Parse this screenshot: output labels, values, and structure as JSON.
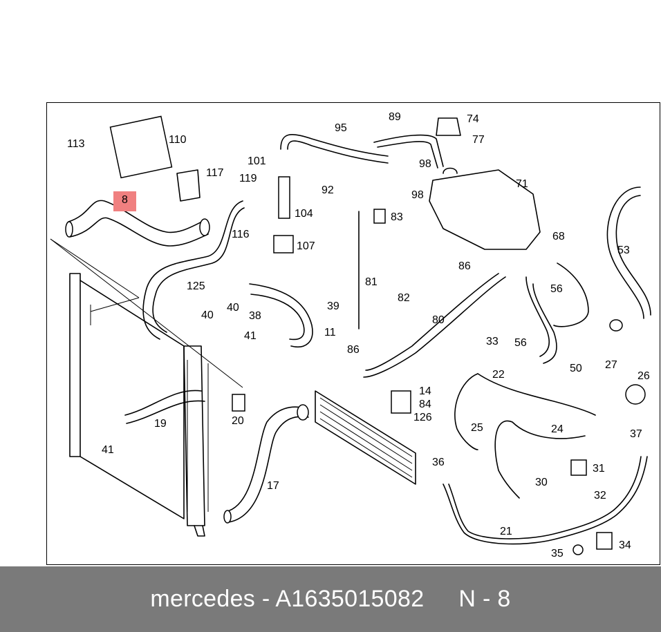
{
  "colors": {
    "background": "#ffffff",
    "footer_background": "#7a7a7a",
    "footer_text": "#ffffff",
    "highlight": "#f08080",
    "line": "#000000"
  },
  "diagram": {
    "highlighted_part": "8",
    "callouts": [
      {
        "id": "c113",
        "label": "113"
      },
      {
        "id": "c110",
        "label": "110"
      },
      {
        "id": "c117",
        "label": "117"
      },
      {
        "id": "c8",
        "label": "8",
        "highlight": true
      },
      {
        "id": "c119",
        "label": "119"
      },
      {
        "id": "c101",
        "label": "101"
      },
      {
        "id": "c104",
        "label": "104"
      },
      {
        "id": "c107",
        "label": "107"
      },
      {
        "id": "c95",
        "label": "95"
      },
      {
        "id": "c89",
        "label": "89"
      },
      {
        "id": "c74",
        "label": "74"
      },
      {
        "id": "c77",
        "label": "77"
      },
      {
        "id": "c98a",
        "label": "98"
      },
      {
        "id": "c98b",
        "label": "98"
      },
      {
        "id": "c92",
        "label": "92"
      },
      {
        "id": "c83",
        "label": "83"
      },
      {
        "id": "c71",
        "label": "71"
      },
      {
        "id": "c116",
        "label": "116"
      },
      {
        "id": "c125",
        "label": "125"
      },
      {
        "id": "c40a",
        "label": "40"
      },
      {
        "id": "c40b",
        "label": "40"
      },
      {
        "id": "c38",
        "label": "38"
      },
      {
        "id": "c39",
        "label": "39"
      },
      {
        "id": "c81",
        "label": "81"
      },
      {
        "id": "c82",
        "label": "82"
      },
      {
        "id": "c86a",
        "label": "86"
      },
      {
        "id": "c86b",
        "label": "86"
      },
      {
        "id": "c68",
        "label": "68"
      },
      {
        "id": "c56a",
        "label": "56"
      },
      {
        "id": "c56b",
        "label": "56"
      },
      {
        "id": "c53",
        "label": "53"
      },
      {
        "id": "c41a",
        "label": "41"
      },
      {
        "id": "c41b",
        "label": "41"
      },
      {
        "id": "c11",
        "label": "11"
      },
      {
        "id": "c80",
        "label": "80"
      },
      {
        "id": "c33",
        "label": "33"
      },
      {
        "id": "c50",
        "label": "50"
      },
      {
        "id": "c27",
        "label": "27"
      },
      {
        "id": "c26",
        "label": "26"
      },
      {
        "id": "c22",
        "label": "22"
      },
      {
        "id": "c14",
        "label": "14"
      },
      {
        "id": "c84",
        "label": "84"
      },
      {
        "id": "c126",
        "label": "126"
      },
      {
        "id": "c20",
        "label": "20"
      },
      {
        "id": "c19",
        "label": "19"
      },
      {
        "id": "c25",
        "label": "25"
      },
      {
        "id": "c24",
        "label": "24"
      },
      {
        "id": "c37",
        "label": "37"
      },
      {
        "id": "c36",
        "label": "36"
      },
      {
        "id": "c31",
        "label": "31"
      },
      {
        "id": "c30",
        "label": "30"
      },
      {
        "id": "c32",
        "label": "32"
      },
      {
        "id": "c17",
        "label": "17"
      },
      {
        "id": "c21",
        "label": "21"
      },
      {
        "id": "c34",
        "label": "34"
      },
      {
        "id": "c35",
        "label": "35"
      }
    ]
  },
  "footer": {
    "brand": "mercedes",
    "separator": " - ",
    "part_number": "A1635015082",
    "position_label": "N - 8"
  }
}
